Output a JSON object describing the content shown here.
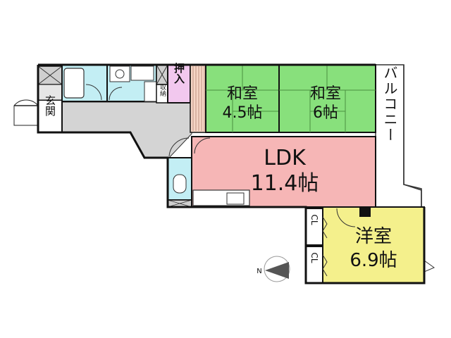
{
  "rooms": {
    "washitsu_a": {
      "name": "和室",
      "size": "4.5帖"
    },
    "washitsu_b": {
      "name": "和室",
      "size": "6帖"
    },
    "ldk": {
      "name": "LDK",
      "size": "11.4帖"
    },
    "yoshitsu": {
      "name": "洋室",
      "size": "6.9帖"
    },
    "balcony": {
      "name": "バルコニー"
    },
    "genkan": {
      "name": "玄関"
    },
    "oshiire": {
      "name": "押入"
    },
    "shuno": {
      "name": "収納"
    },
    "closet_1": {
      "name": "CL"
    },
    "closet_2": {
      "name": "CL"
    }
  },
  "compass": {
    "north_label": "N"
  },
  "colors": {
    "washitsu": "#88e07c",
    "ldk": "#f6b6b6",
    "yoshitsu": "#f4f08c",
    "wet_area": "#c3eef4",
    "corridor": "#d4d4d4",
    "balcony": "#ffffff",
    "closet": "#f2c8ee",
    "wall": "#111111"
  }
}
